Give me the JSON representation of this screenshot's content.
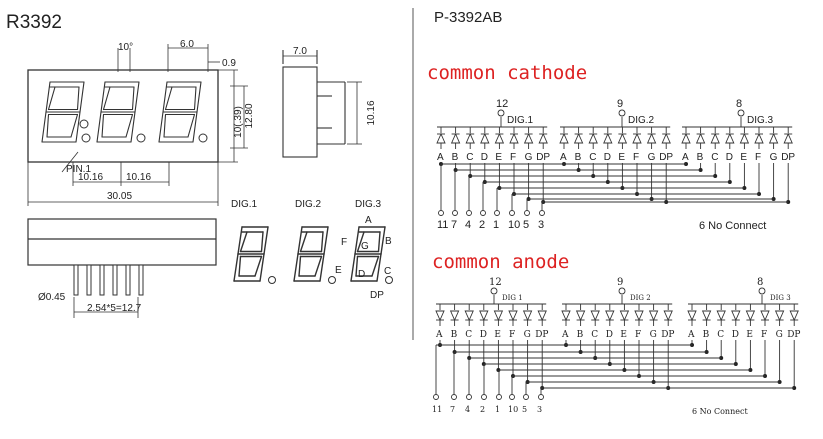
{
  "left": {
    "part_number": "R3392",
    "dimensions": {
      "angle": "10°",
      "seg_width": "6.0",
      "seg_gap": "0.9",
      "height_inner": "10(.39)",
      "height_outer": "12.80",
      "pitch_1": "10.16",
      "pitch_2": "10.16",
      "total_width": "30.05",
      "side_depth": "7.0",
      "side_pin_length": "10.16",
      "pin_dia": "Ø0.45",
      "pin_pitch": "2.54*5=12.7"
    },
    "pin1_label": "PIN.1",
    "digit_labels": [
      "DIG.1",
      "DIG.2",
      "DIG.3"
    ],
    "segment_letters": [
      "A",
      "B",
      "C",
      "D",
      "E",
      "F",
      "G",
      "DP"
    ]
  },
  "right": {
    "model": "P-3392AB",
    "cathode": {
      "heading": "common cathode",
      "digits": [
        {
          "label": "DIG.1",
          "pin": "12"
        },
        {
          "label": "DIG.2",
          "pin": "9"
        },
        {
          "label": "DIG.3",
          "pin": "8"
        }
      ],
      "segments": [
        "A",
        "B",
        "C",
        "D",
        "E",
        "F",
        "G",
        "DP"
      ],
      "bottom_pins": [
        "11",
        "7",
        "4",
        "2",
        "1",
        "10",
        "5",
        "3"
      ],
      "note": "6 No Connect"
    },
    "anode": {
      "heading": "common anode",
      "digits": [
        {
          "label": "DIG 1",
          "pin": "12"
        },
        {
          "label": "DIG 2",
          "pin": "9"
        },
        {
          "label": "DIG 3",
          "pin": "8"
        }
      ],
      "segments": [
        "A",
        "B",
        "C",
        "D",
        "E",
        "F",
        "G",
        "DP"
      ],
      "bottom_pins": [
        "11",
        "7",
        "4",
        "2",
        "1",
        "10",
        "5",
        "3"
      ],
      "note": "6 No Connect"
    }
  }
}
